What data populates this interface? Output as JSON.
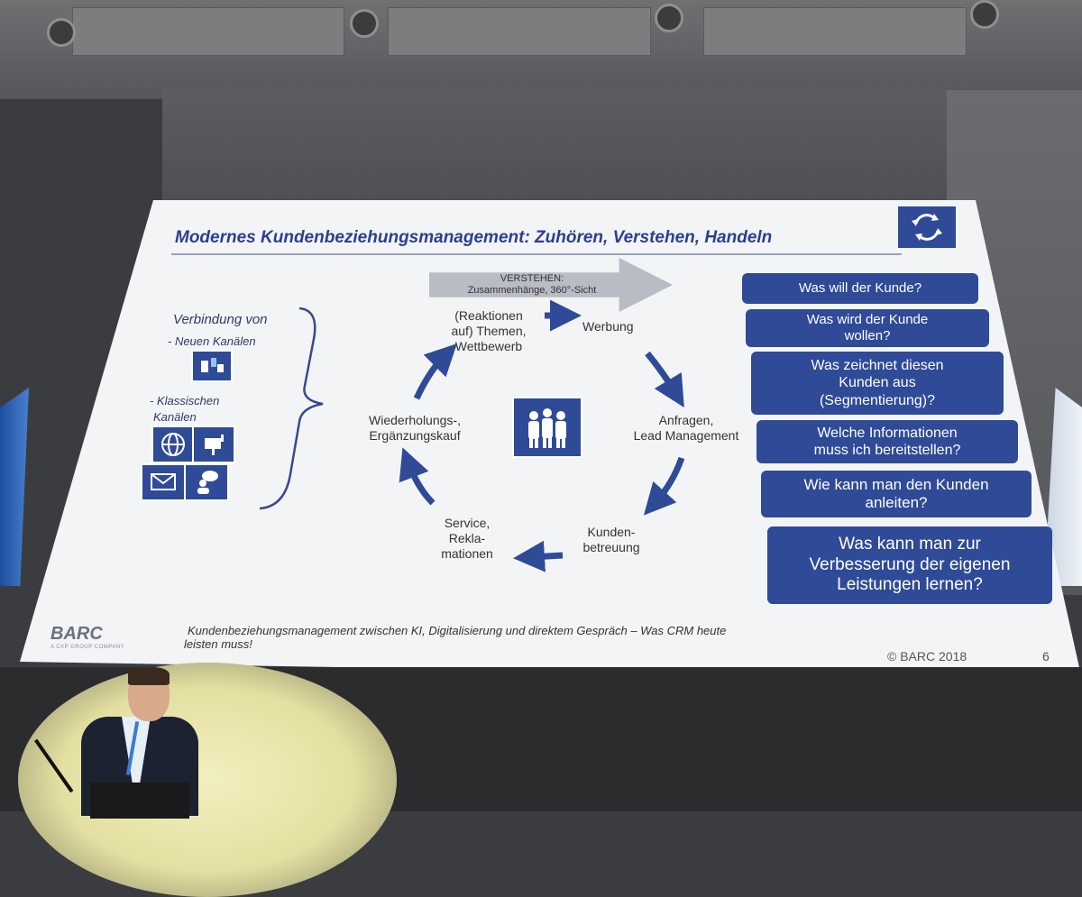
{
  "slide": {
    "title": "Modernes Kundenbeziehungsmanagement: Zuhören, Verstehen, Handeln",
    "banner": {
      "line1": "VERSTEHEN:",
      "line2": "Zusammenhänge, 360°-Sicht"
    },
    "left": {
      "heading": "Verbindung von",
      "item1": "- Neuen Kanälen",
      "item2_line1": "- Klassischen",
      "item2_line2": "Kanälen"
    },
    "cycle": {
      "themen": [
        "(Reaktionen",
        "auf) Themen,",
        "Wettbewerb"
      ],
      "werbung": "Werbung",
      "anfragen": [
        "Anfragen,",
        "Lead Management"
      ],
      "kunden": [
        "Kunden-",
        "betreuung"
      ],
      "service": [
        "Service,",
        "Rekla-",
        "mationen"
      ],
      "wiederholung": [
        "Wiederholungs-,",
        "Ergänzungskauf"
      ]
    },
    "questions": [
      [
        "Was will der Kunde?"
      ],
      [
        "Was wird der Kunde",
        "wollen?"
      ],
      [
        "Was zeichnet diesen",
        "Kunden aus",
        "(Segmentierung)?"
      ],
      [
        "Welche Informationen",
        "muss ich bereitstellen?"
      ],
      [
        "Wie kann man den Kunden",
        "anleiten?"
      ],
      [
        "Was kann man zur",
        "Verbesserung der eigenen",
        "Leistungen lernen?"
      ]
    ],
    "footer": {
      "logo": "BARC",
      "logo_sub": "A CXP GROUP COMPANY",
      "subtitle_line1": "Kundenbeziehungsmanagement zwischen KI, Digitalisierung und direktem Gespräch – Was CRM heute",
      "subtitle_line2": "leisten muss!",
      "copyright": "© BARC  2018",
      "page": "6"
    }
  },
  "colors": {
    "brand_blue": "#2f4a97",
    "slide_bg": "#f3f4f6",
    "arrow_grey": "#b8bcc4"
  },
  "icons": {
    "logo": "circular-arrows-icon",
    "center": "team-people-icon",
    "new_channels": "mobile-devices-icon",
    "classic": [
      "globe-icon",
      "mailbox-icon",
      "email-icon",
      "chat-person-icon"
    ]
  }
}
